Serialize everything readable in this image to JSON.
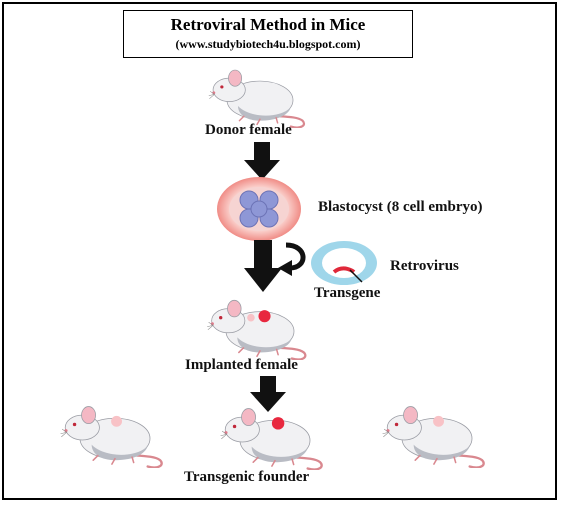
{
  "header": {
    "title": "Retroviral Method in Mice",
    "subtitle": "(www.studybiotech4u.blogspot.com)"
  },
  "steps": {
    "donor": "Donor female",
    "blastocyst": "Blastocyst (8 cell embryo)",
    "retrovirus": "Retrovirus",
    "transgene": "Transgene",
    "implanted": "Implanted female",
    "founder": "Transgenic founder"
  },
  "colors": {
    "mouse_body": "#f1f1f3",
    "mouse_shadow": "#b9bcc4",
    "ear_pink": "#f4b8c4",
    "tail": "#d9888f",
    "blastocyst_ring": "#f3a9a3",
    "cells": "#8e97d6",
    "virus_ring": "#9fd6ea",
    "transgene_red": "#e0283a",
    "embryo_spot": "#e8283f",
    "embryo_spot_faint": "#f8c2c6",
    "arrow": "#111111"
  }
}
